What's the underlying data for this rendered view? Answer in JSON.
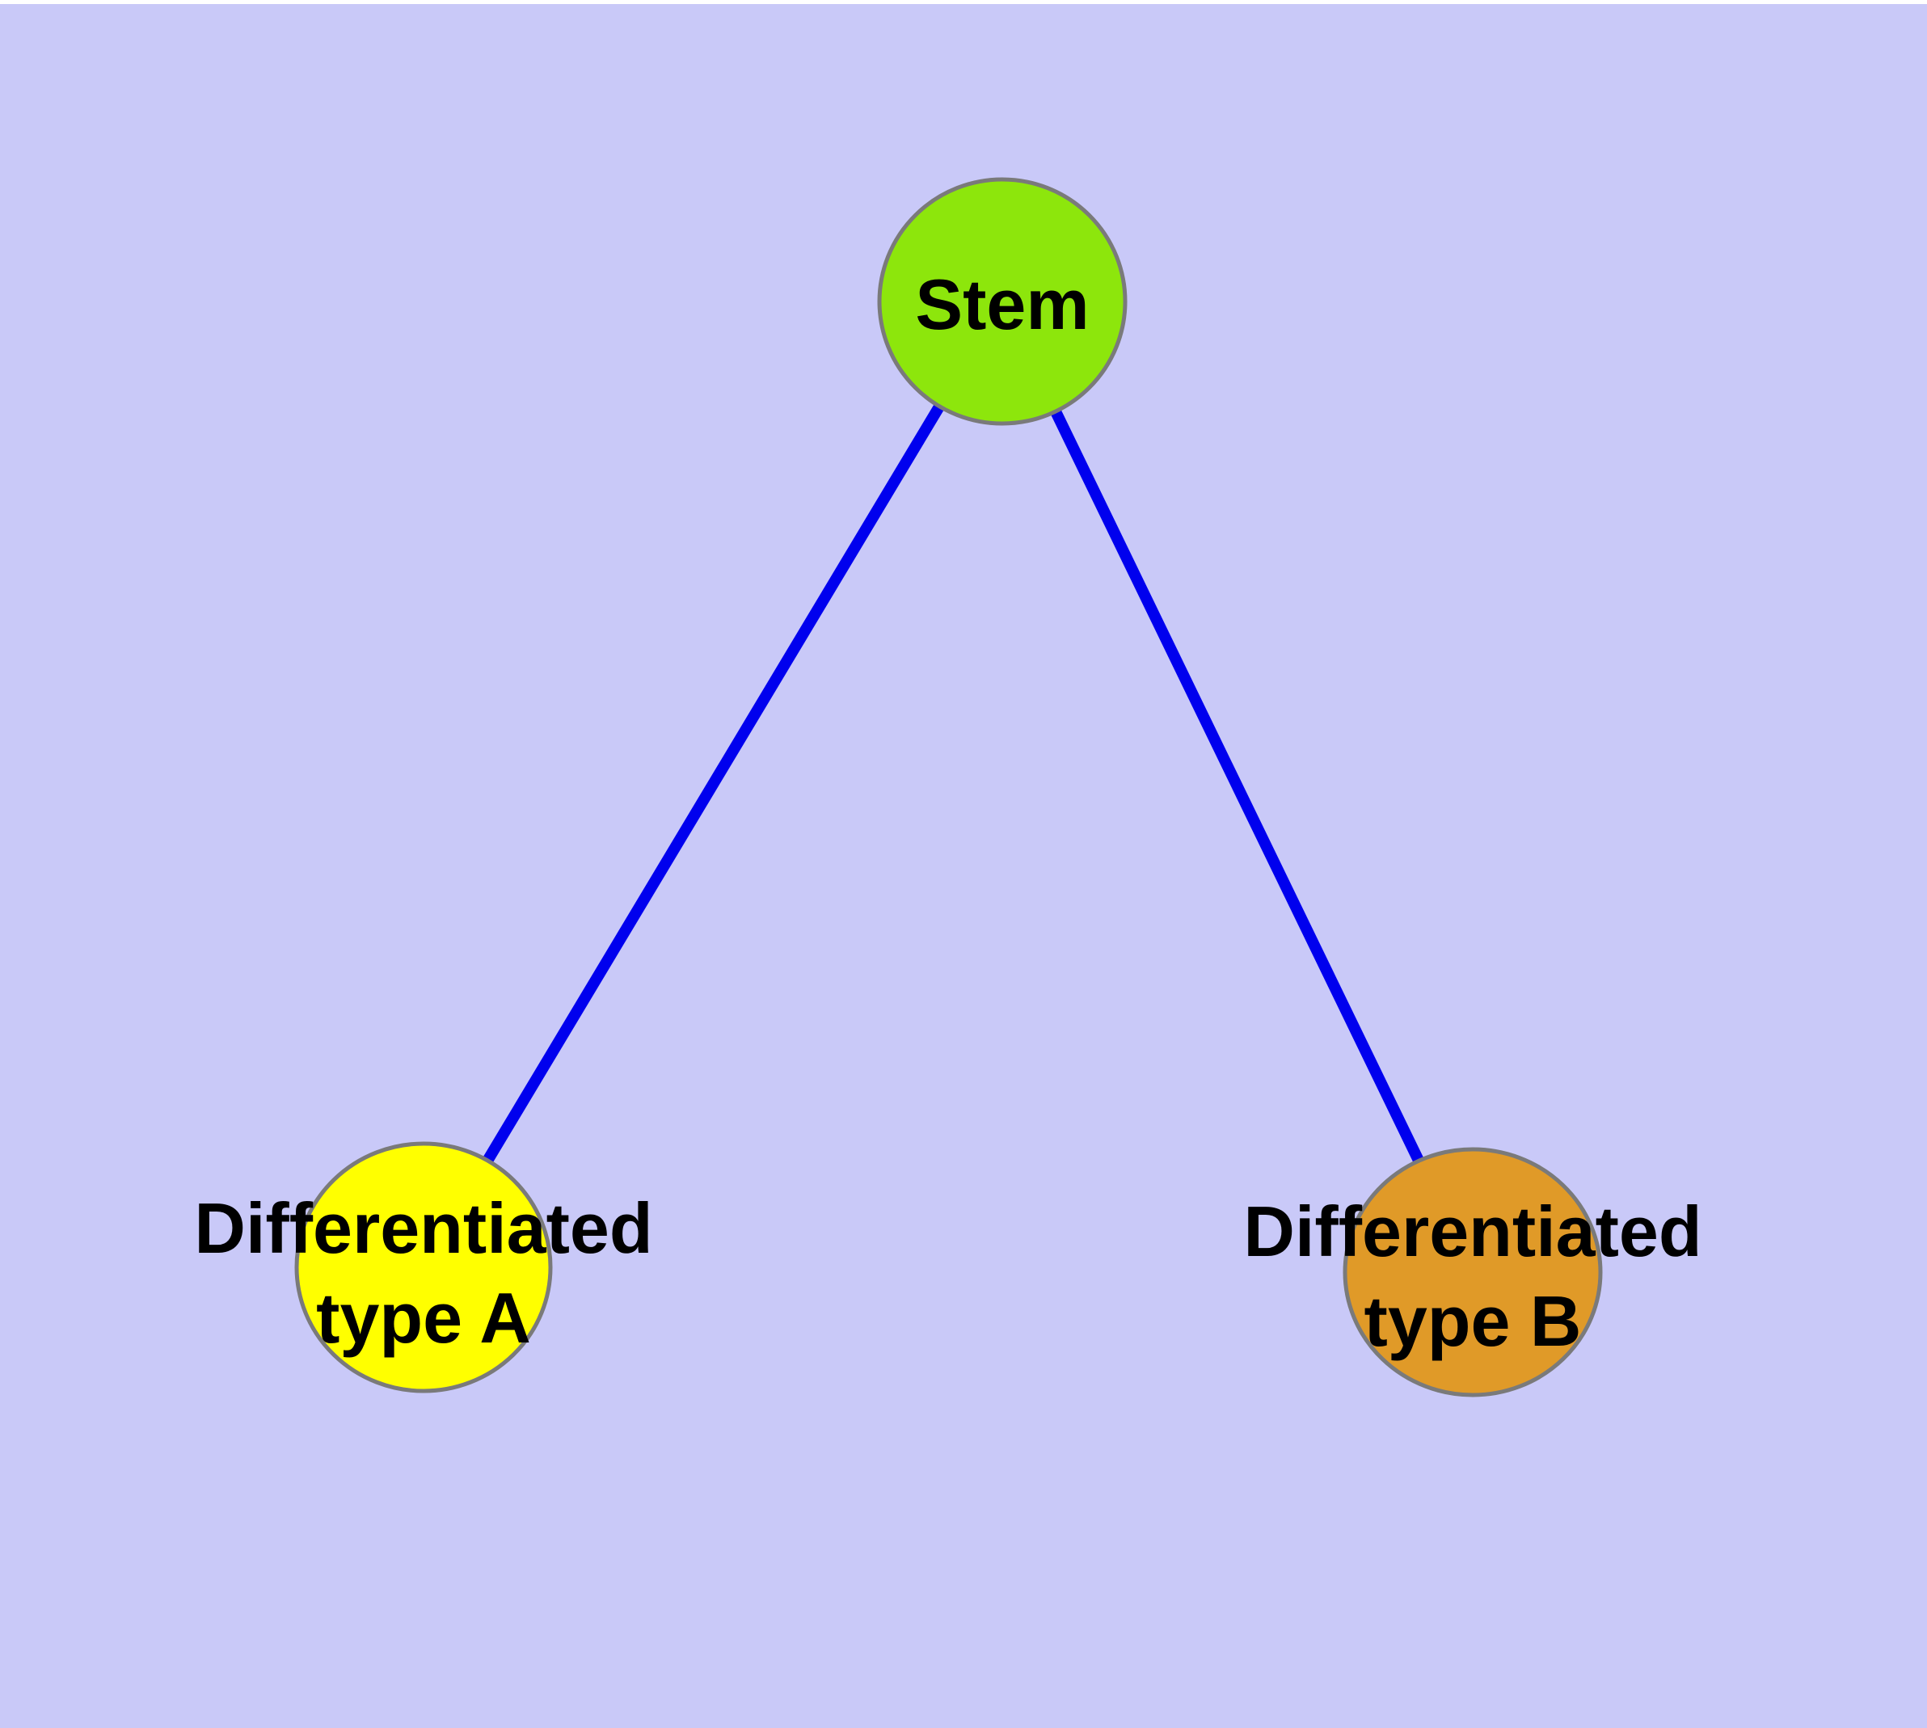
{
  "figure": {
    "type": "graph-diagram",
    "background_color": "#C9C9F8",
    "top_strip_color": "#FFFFFF",
    "text_color": "#000000",
    "edge_color": "#0000EE",
    "node_border_color": "#7A7A7A",
    "nodes": [
      {
        "id": "stem",
        "label_lines": [
          "Stem"
        ],
        "fill_color": "#8DE60C"
      },
      {
        "id": "differentiated-type-a",
        "label_lines": [
          "Differentiated",
          "type A"
        ],
        "fill_color": "#FFFF00"
      },
      {
        "id": "differentiated-type-b",
        "label_lines": [
          "Differentiated",
          "type B"
        ],
        "fill_color": "#E09A28"
      }
    ],
    "edges": [
      {
        "from": "Stem",
        "to": "Differentiated type A"
      },
      {
        "from": "Stem",
        "to": "Differentiated type B"
      }
    ]
  }
}
